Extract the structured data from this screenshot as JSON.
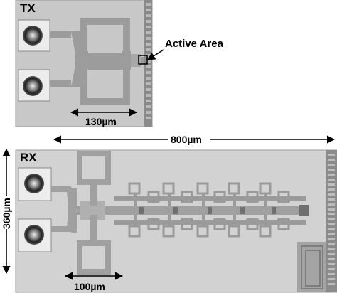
{
  "tx_panel": {
    "label": "TX",
    "scale_bar": "130µm"
  },
  "rx_panel": {
    "label": "RX",
    "scale_bar_horizontal": "800µm",
    "scale_bar_vertical": "360µm",
    "scale_bar_small": "100µm"
  },
  "annotation": {
    "active_area": "Active Area"
  },
  "colors": {
    "substrate": "#c9c9c9",
    "metal": "#9b9b9b",
    "metal_light": "#b2b2b2",
    "pad": "#e9e9e9",
    "probe": "#2a2a2a"
  }
}
